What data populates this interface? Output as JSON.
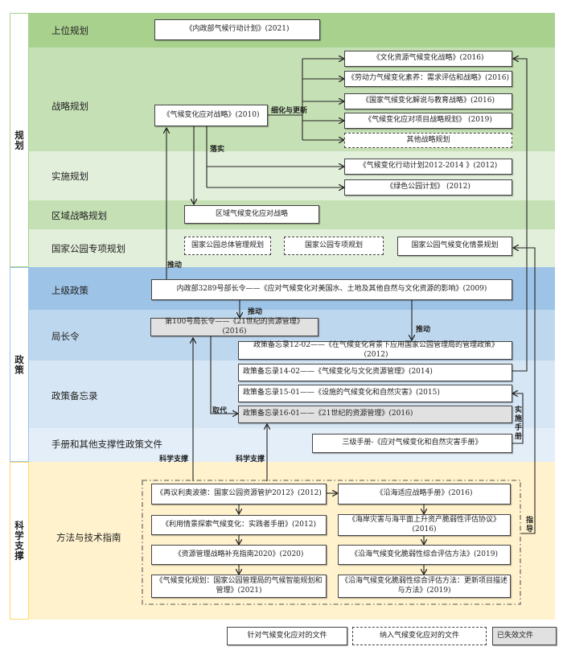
{
  "colors": {
    "planning_dark": "#a9d18e",
    "planning_mid": "#c5e0b4",
    "planning_light": "#e2efda",
    "policy_dark": "#9dc3e6",
    "policy_mid": "#bdd7ee",
    "policy_light": "#d6e6f4",
    "policy_lighter": "#e4eef8",
    "science": "#fff2cc",
    "expired_fill": "#e1e1e1"
  },
  "sections": {
    "planning": "规划",
    "policy": "政策",
    "science": "科学支撑"
  },
  "rows": {
    "upper_planning": "上位规划",
    "strategic_planning": "战略规划",
    "implementation_planning": "实施规划",
    "regional_strategy_planning": "区域战略规划",
    "park_special_planning": "国家公园专项规划",
    "upper_policy": "上级政策",
    "director_order": "局长令",
    "policy_memo": "政策备忘录",
    "handbooks": "手册和其他支撑性政策文件",
    "methods_guides": "方法与技术指南"
  },
  "documents": {
    "doi_climate_action_plan": "《内政部气候行动计划》(2021)",
    "climate_response_strategy": "《气候变化应对战略》(2010)",
    "cultural_resources_strategy": "《文化资源气候变化战略》(2016)",
    "workforce_literacy": "《劳动力气候变化素养：需求评估和战略》(2016)",
    "interpretation_education": "《国家气候变化解说与教育战略》(2016)",
    "program_strategic_plan": "《气候变化应对项目战略规划》 (2019)",
    "other_strategic_plans": "其他战略规划",
    "action_plan_2012_2014": "《气候变化行动计划2012-2014 》(2012)",
    "green_parks_plan": "《绿色公园计划》 (2012)",
    "regional_strategy": "区域气候变化应对战略",
    "general_management_plan": "国家公园总体管理规划",
    "park_special_plan": "国家公园专项规划",
    "scenario_plan": "国家公园气候变化情景规划",
    "secretarial_order_3289": "内政部3289号部长令——《应对气候变化对美国水、土地及其他自然与文化资源的影响》(2009)",
    "director_order_100": "第100号局长令——《21世纪的资源管理》(2016)",
    "memo_12_02": "政策备忘录12-02——《在气候变化背景下应用国家公园管理局的管理政策》(2012)",
    "memo_14_02": "政策备忘录14-02——《气候变化与文化资源管理》(2014)",
    "memo_15_01": "政策备忘录15-01——《设施的气候变化和自然灾害》(2015)",
    "memo_16_01": "政策备忘录16-01——《21世纪的资源管理》(2016)",
    "level3_handbook": "三级手册-《应对气候变化和自然灾害手册》",
    "revisiting_leopold": "《再议利奥波德：国家公园资源管护2012》(2012)",
    "scenarios_handbook": "《利用情景探索气候变化：实践者手册》(2012)",
    "resource_strategy_guide": "《资源管理战略补充指南2020》(2020)",
    "climate_smart_planning": "《气候变化规划：国家公园管理局的气候智能规划和管理》(2021)",
    "coastal_adaptation_handbook": "《沿海适应战略手册》(2016)",
    "coastal_hazards_protocol": "《海岸灾害与海平面上升资产脆弱性评估协议》(2016)",
    "coastal_vulnerability_method": "《沿海气候变化脆弱性综合评估方法》(2019)",
    "coastal_vulnerability_update": "《沿海气候变化脆弱性综合评估方法：更新项目描述与方法》(2019)"
  },
  "edges": {
    "refine_update": "细化与更新",
    "implement": "落实",
    "drive_1": "推动",
    "drive_2": "推动",
    "drive_3": "推动",
    "replace": "取代",
    "science_support_1": "科学支撑",
    "science_support_2": "科学支撑",
    "implementation_manual": "实施手册",
    "guide": "指导"
  },
  "legend": {
    "targeted": "针对气候变化应对的文件",
    "incorporated": "纳入气候变化应对的文件",
    "expired": "已失效文件"
  }
}
